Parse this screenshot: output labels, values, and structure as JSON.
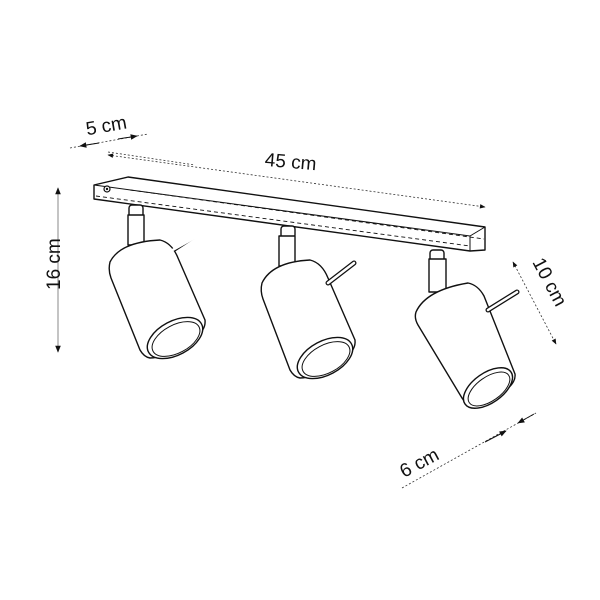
{
  "diagram": {
    "subject": "Three-spot ceiling light bar",
    "line_color": "#111111",
    "background": "#ffffff",
    "dimensions": {
      "depth": {
        "label": "5 cm"
      },
      "length": {
        "label": "45 cm"
      },
      "height": {
        "label": "16 cm"
      },
      "spot_length": {
        "label": "10 cm"
      },
      "spot_diameter": {
        "label": "6 cm"
      }
    },
    "spots": [
      {
        "id": "left"
      },
      {
        "id": "middle"
      },
      {
        "id": "right"
      }
    ]
  }
}
